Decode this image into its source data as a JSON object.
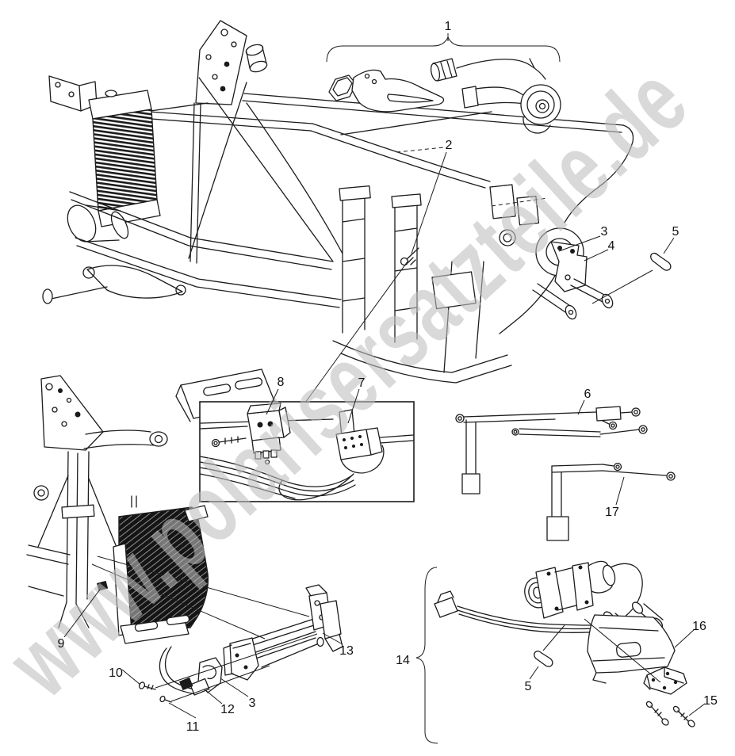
{
  "watermark": {
    "text": "www.polarisersatzteile.de"
  },
  "callouts": {
    "c1": "1",
    "c2": "2",
    "c3": "3",
    "c4": "4",
    "c5": "5",
    "c6": "6",
    "c7": "7",
    "c8": "8",
    "c9": "9",
    "c10": "10",
    "c11": "11",
    "c12": "12",
    "c3b": "3",
    "c13": "13",
    "c14": "14",
    "c15": "15",
    "c16": "16",
    "c17": "17",
    "c5b": "5"
  }
}
